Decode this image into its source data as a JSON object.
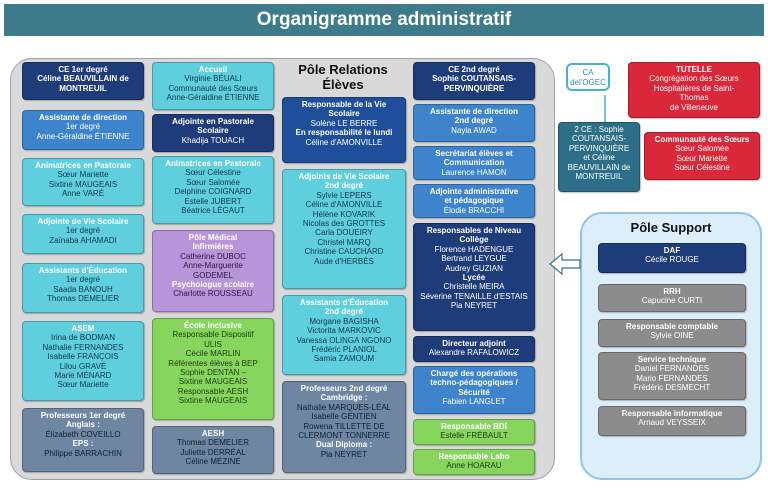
{
  "title": "Organigramme administratif",
  "pole_releves": "Pôle Relations Élèves",
  "pole_support": "Pôle Support",
  "ogec": [
    "CA de",
    "l'OGEC"
  ],
  "tutelle": {
    "title": "TUTELLE",
    "lines": [
      "Congrégation des Sœurs",
      "Hospitalières de Saint-",
      "Thomas",
      "de Villeneuve"
    ]
  },
  "ca_box": [
    "2 CE : Sophie",
    "COUTANSAIS-",
    "PERVINQUIÈRE",
    "et Céline",
    "BEAUVILLAIN de",
    "MONTREUIL"
  ],
  "communaute": {
    "title": "Communauté des Sœurs",
    "lines": [
      "Sœur Salomée",
      "Sœur Mariette",
      "Sœur Célestine"
    ]
  },
  "col1": {
    "ce1": [
      "CE 1er degré",
      "Céline BEAUVILLAIN de",
      "MONTREUIL"
    ],
    "assist_dir": {
      "t": [
        "Assistante de direction"
      ],
      "p": [
        "1er degré",
        "Anne-Géraldine ÉTIENNE"
      ]
    },
    "animatrices": {
      "t": [
        "Animatrices en Pastorale"
      ],
      "p": [
        "Sœur Mariette",
        "Sixtine MAUGEAIS",
        "Anne VARÉ"
      ]
    },
    "adjointe_vs": {
      "t": [
        "Adjointe de Vie Scolaire"
      ],
      "p": [
        "1er degré",
        "Zaïnaba AHAMADI"
      ]
    },
    "assistants_edu": {
      "t": [
        "Assistants d'Éducation"
      ],
      "p": [
        "1er degré",
        "Saada BANOUH",
        "Thomas DEMELIER"
      ]
    },
    "asem": {
      "t": [
        "ASEM"
      ],
      "p": [
        "Irina de BODMAN",
        "Nathalie FERNANDES",
        "Isabelle FRANÇOIS",
        "Lilou GRAVÉ",
        "Marie MÉNARD",
        "Sœur Mariette"
      ]
    },
    "profs1": {
      "t": [
        "Professeurs 1er degré",
        "Anglais :"
      ],
      "p": [
        "Élizabeth COVEILLO"
      ],
      "t2": [
        "EPS :"
      ],
      "p2": [
        "Philippe BARRACHIN"
      ]
    }
  },
  "col2": {
    "accueil": {
      "t": [
        "Accueil"
      ],
      "p": [
        "Virginie BÉUALI",
        "Communauté des Sœurs",
        "Anne-Géraldine ÉTIENNE"
      ]
    },
    "adj_pastorale": {
      "t": [
        "Adjointe en Pastorale",
        "Scolaire"
      ],
      "p": [
        "Khadija TOUACH"
      ]
    },
    "animatrices2": {
      "t": [
        "Animatrices en Pastorale"
      ],
      "p": [
        "Sœur Célestine",
        "Sœur Salomée",
        "Delphine COIGNARD",
        "Estelle JUBERT",
        "Béatrice LÉGAUT"
      ]
    },
    "medical": {
      "t": [
        "Pôle Médical",
        "Infirmières"
      ],
      "p": [
        "Catherine DUBOC",
        "Anne-Marguerite",
        "GODEMEL"
      ],
      "t2": [
        "Psychologue scolaire"
      ],
      "p2": [
        "Charlotte ROUSSEAU"
      ]
    },
    "inclusive": {
      "t": [
        "École inclusive"
      ],
      "p": [
        "Responsable Dispositif",
        "ULIS",
        "Cécile MARLIN",
        "Référentes élèves à BEP",
        "Sophie DENTAN –",
        "Sixtine MAUGEAIS",
        "Responsable AESH",
        "Sixtine MAUGEAIS"
      ]
    },
    "aesh": {
      "t": [
        "AESH"
      ],
      "p": [
        "Thomas DEMELIER",
        "Juliette DERRÉAL",
        "Céline MÉZINE"
      ]
    }
  },
  "col3": {
    "resp_vie": {
      "t": [
        "Responsable de la Vie",
        "Scolaire"
      ],
      "p": [
        "Solène LE BERRE"
      ],
      "t2": [
        "En responsabilité le lundi"
      ],
      "p2": [
        "Céline d'AMONVILLE"
      ]
    },
    "adjoints_vs": {
      "t": [
        "Adjoints de Vie Scolaire",
        "2nd degré"
      ],
      "p": [
        "Sylvie LEPERS",
        "Céline d'AMONVILLE",
        "Hélène KOVARIK",
        "Nicolas des GROTTES",
        "Carla DOUEIRY",
        "Christel MARQ",
        "Christine CAUCHARD",
        "Aude d'HERBÈS"
      ]
    },
    "assistants_edu2": {
      "t": [
        "Assistants d'Éducation",
        "2nd degré"
      ],
      "p": [
        "Morgane BAGISHA",
        "Victorita MARKOVIC",
        "Vanessa OLINGA NGONO",
        "Frédéric PLANIOL",
        "Samia ZAMOUM"
      ]
    },
    "profs2": {
      "t": [
        "Professeurs 2nd degré",
        "Cambridge :"
      ],
      "p": [
        "Nathalie MARQUES-LÉAL",
        "Isabelle GENTIEN",
        "Rowena TILLETTE DE",
        "CLERMONT TONNERRE"
      ],
      "t2": [
        "Dual Diploma :"
      ],
      "p2": [
        "Pia NEYRET"
      ]
    }
  },
  "col4": {
    "ce2": [
      "CE 2nd degré",
      "Sophie COUTANSAIS-",
      "PERVINQUIÈRE"
    ],
    "assist_dir2": {
      "t": [
        "Assistante de direction",
        "2nd degré"
      ],
      "p": [
        "Nayla AWAD"
      ]
    },
    "secretariat": {
      "t": [
        "Secrétariat élèves et",
        "Communication"
      ],
      "p": [
        "Laurence HAMON"
      ]
    },
    "adj_admin": {
      "t": [
        "Adjointe administrative",
        "et pédagogique"
      ],
      "p": [
        "Élodie BRACCHI"
      ]
    },
    "resp_niveau": {
      "t": [
        "Responsables de Niveau",
        "Collège"
      ],
      "p": [
        "Florence HADENGUE",
        "Bertrand LEYGUE",
        "Audrey GUZIAN"
      ],
      "t2": [
        "Lycée"
      ],
      "p2": [
        "Christelle MEIRA",
        "Séverine TENAILLE d'ESTAIS",
        "Pia NEYRET"
      ]
    },
    "directeur_adj": {
      "t": [
        "Directeur adjoint"
      ],
      "p": [
        "Alexandre RAFALOWICZ"
      ]
    },
    "charge_ops": {
      "t": [
        "Chargé des opérations",
        "techno-pédagogiques /",
        "Sécurité"
      ],
      "p": [
        "Fabien LANGLET"
      ]
    },
    "resp_bdi": {
      "t": [
        "Responsable BDI"
      ],
      "p": [
        "Estelle FRÉBAULT"
      ]
    },
    "resp_labo": {
      "t": [
        "Responsable Labo"
      ],
      "p": [
        "Anne HOARAU"
      ]
    }
  },
  "support": {
    "daf": {
      "t": [
        "DAF"
      ],
      "p": [
        "Cécile ROUGE"
      ]
    },
    "rrh": {
      "t": [
        "RRH"
      ],
      "p": [
        "Capucine CURTI"
      ]
    },
    "compta": {
      "t": [
        "Responsable comptable"
      ],
      "p": [
        "Sylvie OINE"
      ]
    },
    "technique": {
      "t": [
        "Service technique"
      ],
      "p": [
        "Daniel FERNANDES",
        "Mario FERNANDES",
        "Frédéric DESMECHT"
      ]
    },
    "info": {
      "t": [
        "Responsable informatique"
      ],
      "p": [
        "Arnaud VEYSSEIX"
      ]
    }
  },
  "colors": {
    "navy": "#1f3c7a",
    "blue": "#3d84cc",
    "teal": "#5fcedd",
    "lilac": "#b795d8",
    "green": "#86d65e",
    "slate": "#6f86a3",
    "red": "#d8283a",
    "grey": "#8c8c8c",
    "title_bar": "#3d7a8a"
  }
}
